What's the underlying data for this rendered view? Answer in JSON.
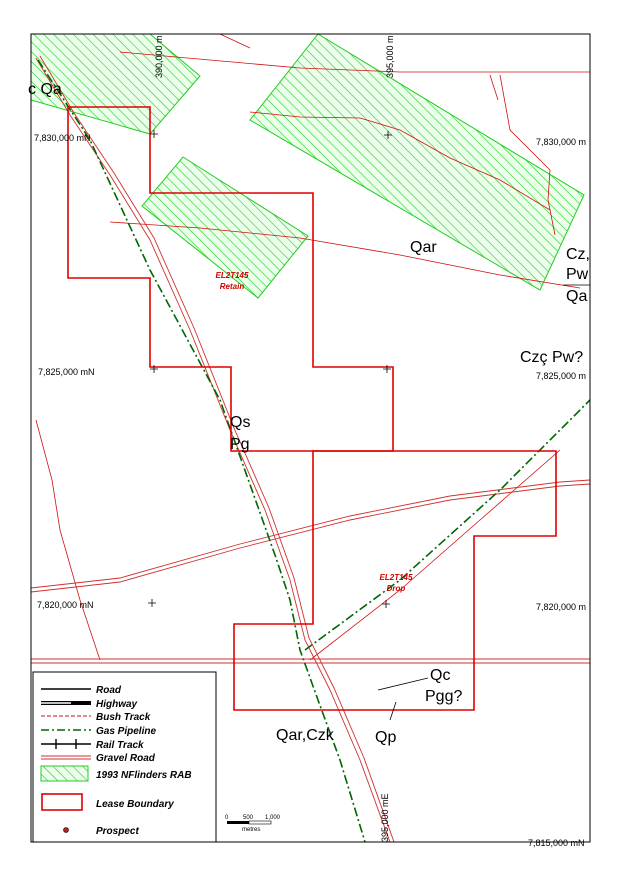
{
  "grid": {
    "northings": [
      "7,830,000 mN",
      "7,825,000 mN",
      "7,820,000 mN",
      "7,815,000 mN"
    ],
    "northings_right": [
      "7,830,000 m",
      "7,825,000 m",
      "7,820,000 m"
    ],
    "eastings": [
      "390,000 m",
      "395,000 m",
      "395,000 mE"
    ]
  },
  "geology_labels": [
    "c Qa",
    "Qar",
    "Cz,",
    "Pw",
    "Qa",
    "Czç Pw?",
    "Qs",
    "Pg",
    "Qc",
    "Pgg?",
    "Qar,Czk",
    "Qp"
  ],
  "tenement_labels": {
    "retain": {
      "name": "EL2T145",
      "status": "Retain"
    },
    "drop": {
      "name": "EL2T145",
      "status": "Drop"
    }
  },
  "legend": {
    "items": [
      {
        "label": "Road",
        "symbol": "road"
      },
      {
        "label": "Highway",
        "symbol": "highway"
      },
      {
        "label": "Bush Track",
        "symbol": "bush-track"
      },
      {
        "label": "Gas Pipeline",
        "symbol": "gas-pipeline"
      },
      {
        "label": "Rail Track",
        "symbol": "rail-track"
      },
      {
        "label": "Gravel Road",
        "symbol": "gravel-road"
      },
      {
        "label": "1993 NFlinders RAB",
        "symbol": "rab-hatch"
      },
      {
        "label": "Lease Boundary",
        "symbol": "lease-boundary"
      },
      {
        "label": "Prospect",
        "symbol": "prospect-dot"
      }
    ]
  },
  "scale_bar": {
    "ticks": [
      "0",
      "500",
      "1,000"
    ],
    "unit": "metres"
  },
  "colors": {
    "lease_boundary": "#e00000",
    "rab_hatch": "#22cc22",
    "rab_fill": "#ecffec",
    "bush_track": "#d01010",
    "gas_pipeline": "#006600",
    "gravel_road": "#d03030",
    "frame": "#000000"
  }
}
